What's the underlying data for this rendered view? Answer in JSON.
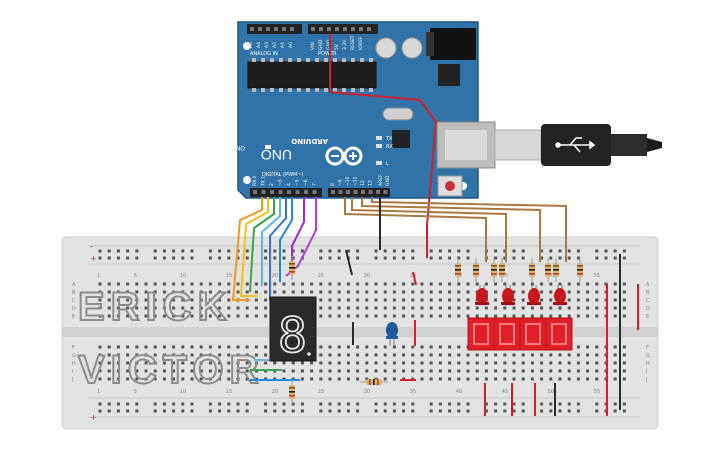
{
  "arduino": {
    "brand": "ARDUINO",
    "model": "UNO",
    "on_label": "ON",
    "analog_label": "ANALOG IN",
    "power_label": "POWER",
    "digital_label": "DIGITAL (PWM~)",
    "tx_label": "TX",
    "rx_label": "RX",
    "l_label": "L",
    "aref_label": "AREF",
    "gnd_label": "GND",
    "analog_pins": [
      "A5",
      "A4",
      "A3",
      "A2",
      "A1",
      "A0"
    ],
    "power_pins": [
      "VIN",
      "GND",
      "GND",
      "5V",
      "3.3V",
      "RESET",
      "IOREF"
    ],
    "digital_low": [
      "RX 0",
      "TX 1",
      "2",
      "~3",
      "4",
      "~5",
      "~6",
      "7"
    ],
    "digital_high": [
      "8",
      "~9",
      "~10",
      "~11",
      "12",
      "13"
    ]
  },
  "breadboard": {
    "columns_top": [
      "1",
      "5",
      "10",
      "15",
      "20",
      "25",
      "30",
      "35",
      "40",
      "45",
      "50",
      "55"
    ],
    "columns_bottom": [
      "1",
      "5",
      "10",
      "15",
      "20",
      "25",
      "30",
      "35",
      "40",
      "45",
      "50",
      "55"
    ],
    "rows_top": [
      "A",
      "B",
      "C",
      "D",
      "E"
    ],
    "rows_bottom": [
      "F",
      "G",
      "H",
      "I",
      "J"
    ],
    "plus_label": "+",
    "minus_label": "-"
  },
  "display": {
    "digit": "8",
    "segment_color": "#e6e6e6"
  },
  "name_text": [
    "ERICK",
    "VICTOR"
  ],
  "colors": {
    "board_blue": "#2c6fa2",
    "breadboard": "#e6e6e6",
    "led_red": "#c8161d",
    "led_blue": "#1f5a9a",
    "wire_brown": "#a97942",
    "wire_red": "#d0202a",
    "wire_black": "#2a2a2a"
  }
}
